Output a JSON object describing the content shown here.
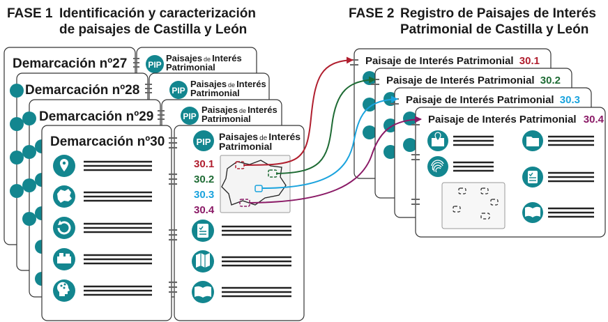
{
  "phase1": {
    "label": "FASE 1",
    "title_lines": [
      "Identificación y caracterización",
      "de paisajes de Castilla y León"
    ]
  },
  "phase2": {
    "label": "FASE 2",
    "title_lines": [
      "Registro de Paisajes de Interés",
      "Patrimonial de Castilla y León"
    ]
  },
  "demarcations": [
    "Demarcación nº27",
    "Demarcación nº28",
    "Demarcación nº29",
    "Demarcación nº30"
  ],
  "pip": {
    "badge": "PIP",
    "title_part1": "Paisajes",
    "title_de": "de",
    "title_part2": "Interés",
    "title_line2": "Patrimonial"
  },
  "landscape_ids": [
    {
      "id": "30.1",
      "color": "#b01e2e"
    },
    {
      "id": "30.2",
      "color": "#1e6b34"
    },
    {
      "id": "30.3",
      "color": "#1aa3dd"
    },
    {
      "id": "30.4",
      "color": "#8a1a66"
    }
  ],
  "registry_prefix": "Paisaje de Interés Patrimonial",
  "icons_phase1_left": [
    "location-pin-icon",
    "territory-map-icon",
    "circular-arrow-icon",
    "building-icon",
    "head-network-icon"
  ],
  "icons_phase1_right": [
    "checklist-icon",
    "folded-map-icon",
    "open-book-icon"
  ],
  "icons_phase2": [
    "map-pin-icon",
    "fingerprint-icon",
    "folder-icon",
    "checklist-icon",
    "open-book-icon"
  ],
  "colors": {
    "teal": "#13868f",
    "text": "#1a1a1a",
    "line": "#222222"
  }
}
